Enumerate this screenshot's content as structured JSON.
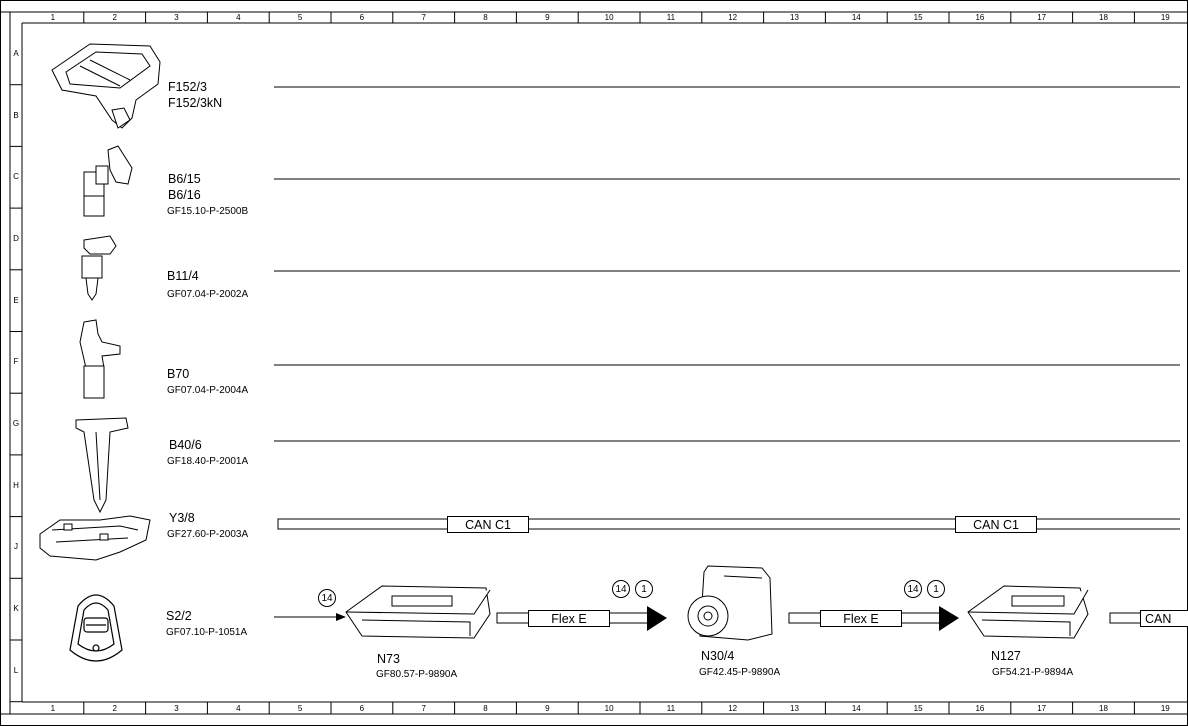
{
  "columns": [
    "1",
    "2",
    "3",
    "4",
    "5",
    "6",
    "7",
    "8",
    "9",
    "10",
    "11",
    "12",
    "13",
    "14",
    "15",
    "16",
    "17",
    "18",
    "19"
  ],
  "rows": [
    "A",
    "B",
    "C",
    "D",
    "E",
    "F",
    "G",
    "H",
    "J",
    "K",
    "L"
  ],
  "components": [
    {
      "id": "comp-f152",
      "lines": [
        "F152/3",
        "F152/3kN"
      ],
      "ref": ""
    },
    {
      "id": "comp-b6",
      "lines": [
        "B6/15",
        "B6/16"
      ],
      "ref": "GF15.10-P-2500B"
    },
    {
      "id": "comp-b11",
      "lines": [
        "B11/4"
      ],
      "ref": "GF07.04-P-2002A"
    },
    {
      "id": "comp-b70",
      "lines": [
        "B70"
      ],
      "ref": "GF07.04-P-2004A"
    },
    {
      "id": "comp-b40",
      "lines": [
        "B40/6"
      ],
      "ref": "GF18.40-P-2001A"
    },
    {
      "id": "comp-y3",
      "lines": [
        "Y3/8"
      ],
      "ref": "GF27.60-P-2003A"
    },
    {
      "id": "comp-s2",
      "lines": [
        "S2/2"
      ],
      "ref": "GF07.10-P-1051A"
    }
  ],
  "modules": [
    {
      "name": "N73",
      "ref": "GF80.57-P-9890A"
    },
    {
      "name": "N30/4",
      "ref": "GF42.45-P-9890A"
    },
    {
      "name": "N127",
      "ref": "GF54.21-P-9894A"
    }
  ],
  "bus": {
    "can_label": "CAN C1",
    "flex_label": "Flex E",
    "cut_label": "CAN"
  },
  "markers": {
    "m14": "14",
    "m1": "1"
  }
}
